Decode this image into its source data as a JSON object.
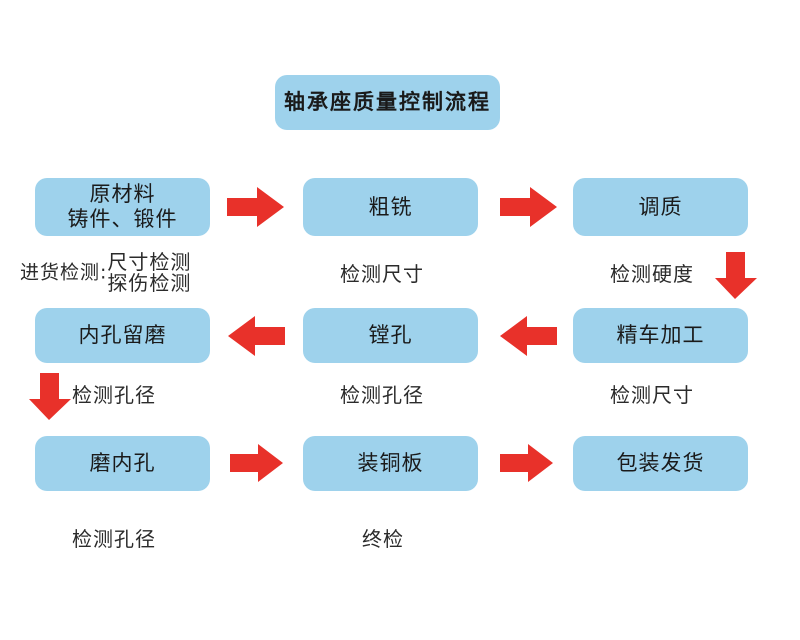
{
  "diagram": {
    "title": "轴承座质量控制流程",
    "colors": {
      "node_fill": "#9ed2ec",
      "arrow": "#e8312a",
      "text": "#1a1a1a",
      "background": "#ffffff"
    },
    "nodes": [
      {
        "id": "raw-material",
        "line1": "原材料",
        "line2": "铸件、锻件"
      },
      {
        "id": "rough-milling",
        "line1": "粗铣"
      },
      {
        "id": "quenching-tempering",
        "line1": "调质"
      },
      {
        "id": "inner-hole-reserve-grinding",
        "line1": "内孔留磨"
      },
      {
        "id": "boring",
        "line1": "镗孔"
      },
      {
        "id": "finish-turning",
        "line1": "精车加工"
      },
      {
        "id": "grind-inner-hole",
        "line1": "磨内孔"
      },
      {
        "id": "install-copper-plate",
        "line1": "装铜板"
      },
      {
        "id": "packing-shipping",
        "line1": "包装发货"
      }
    ],
    "captions": {
      "incoming_inspection_lead": "进货检测:",
      "incoming_inspection_line1": "尺寸检测",
      "incoming_inspection_line2": "探伤检测",
      "check_dimension_1": "检测尺寸",
      "check_hardness": "检测硬度",
      "check_bore_1": "检测孔径",
      "check_bore_2": "检测孔径",
      "check_dimension_2": "检测尺寸",
      "check_bore_3": "检测孔径",
      "final_inspection": "终检"
    },
    "arrows": [
      {
        "id": "arrow-raw-to-rough",
        "direction": "right"
      },
      {
        "id": "arrow-rough-to-quench",
        "direction": "right"
      },
      {
        "id": "arrow-quench-to-finish-turning",
        "direction": "down"
      },
      {
        "id": "arrow-finish-turning-to-boring",
        "direction": "left"
      },
      {
        "id": "arrow-boring-to-reserve-grinding",
        "direction": "left"
      },
      {
        "id": "arrow-reserve-grinding-to-grind",
        "direction": "down"
      },
      {
        "id": "arrow-grind-to-copper-plate",
        "direction": "right"
      },
      {
        "id": "arrow-copper-plate-to-packing",
        "direction": "right"
      }
    ]
  }
}
